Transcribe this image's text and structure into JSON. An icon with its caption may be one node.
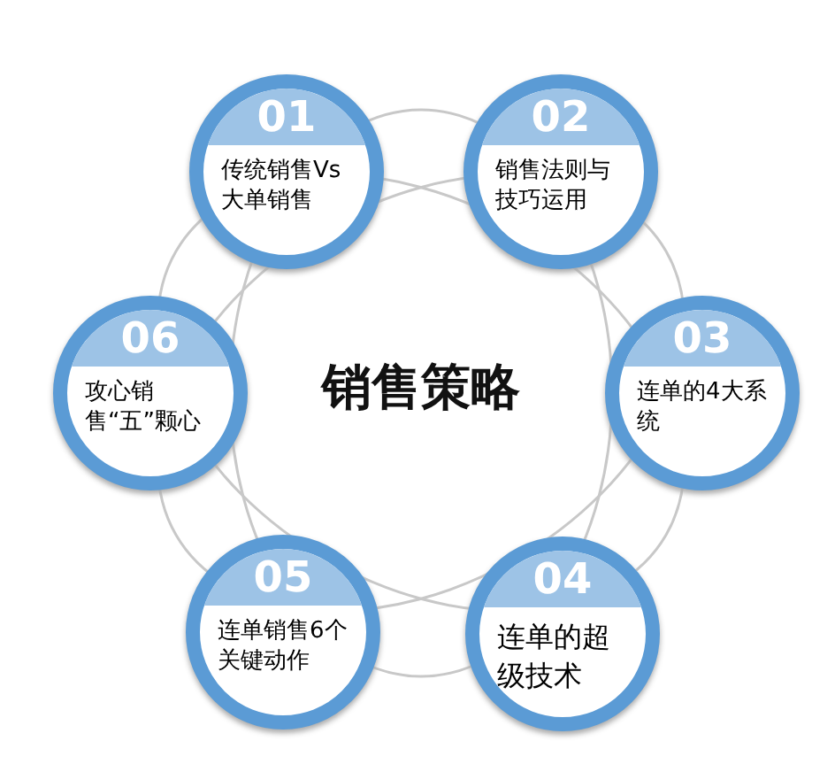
{
  "diagram": {
    "nodes": [
      {
        "text": [
          "销售策略"
        ]
      },
      {
        "text": [
          "01",
          "传统销售Vs大单销售"
        ]
      },
      {
        "text": [
          "02",
          "销售法则与技巧运用"
        ]
      },
      {
        "text": [
          "03",
          "连单的4大系统"
        ]
      },
      {
        "text": [
          "04",
          "连单的超级技术"
        ]
      },
      {
        "text": [
          "05",
          "连单销售6个关键动作"
        ]
      },
      {
        "text": [
          "06",
          "攻心销售“五”颗心"
        ]
      }
    ],
    "edges": []
  }
}
